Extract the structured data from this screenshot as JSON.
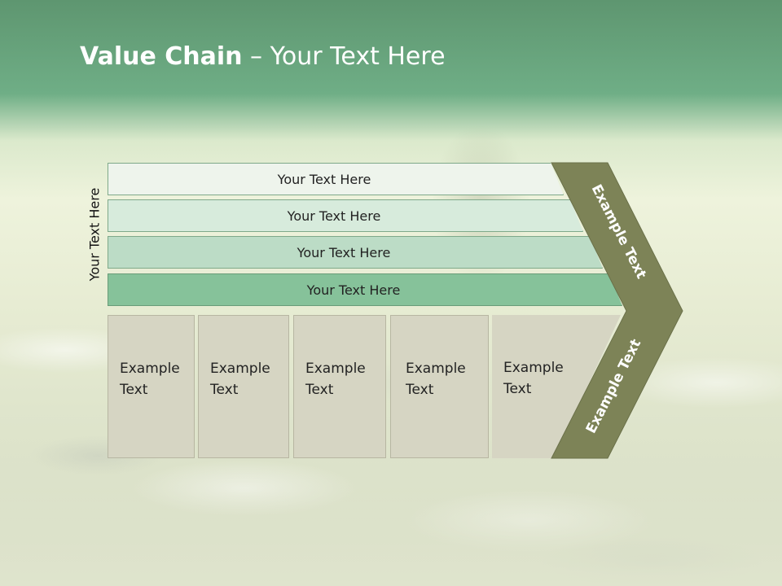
{
  "title": {
    "bold": "Value Chain",
    "rest": " – Your Text Here"
  },
  "side_label": "Your Text Here",
  "bars": [
    {
      "label": "Your Text Here",
      "color": "#eef4ec"
    },
    {
      "label": "Your Text Here",
      "color": "#d7ebdc"
    },
    {
      "label": "Your Text Here",
      "color": "#bcdcc6"
    },
    {
      "label": "Your Text Here",
      "color": "#86c29a"
    }
  ],
  "columns": [
    {
      "line1": "Example",
      "line2": "Text"
    },
    {
      "line1": "Example",
      "line2": "Text"
    },
    {
      "line1": "Example",
      "line2": "Text"
    },
    {
      "line1": "Example",
      "line2": "Text"
    },
    {
      "line1": "Example",
      "line2": "Text"
    }
  ],
  "chevron": {
    "upper_label": "Example Text",
    "lower_label": "Example Text",
    "color": "#7d8357"
  },
  "colors": {
    "header_green": "#6fae86",
    "column_fill": "#d6d5c3",
    "column_border": "#b7b6a2"
  }
}
